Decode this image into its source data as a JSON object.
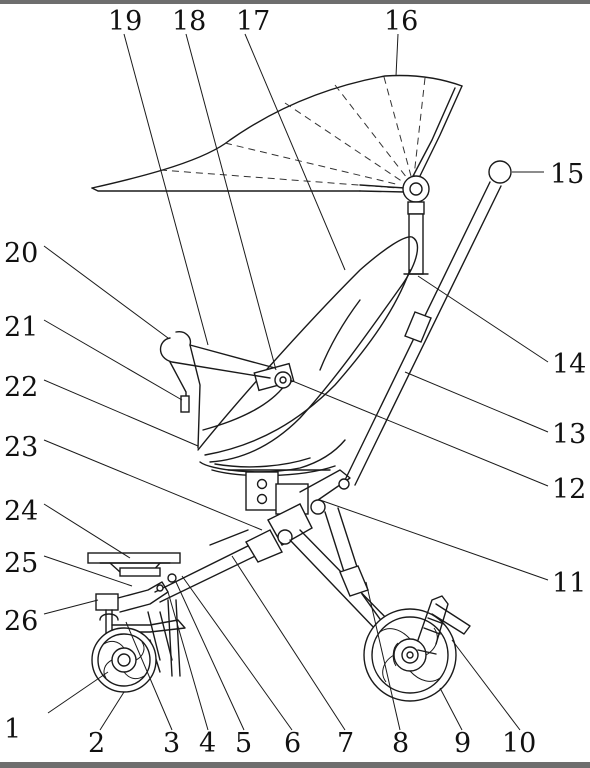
{
  "figure": {
    "labels": [
      "1",
      "2",
      "3",
      "4",
      "5",
      "6",
      "7",
      "8",
      "9",
      "10",
      "11",
      "12",
      "13",
      "14",
      "15",
      "16",
      "17",
      "18",
      "19",
      "20",
      "21",
      "22",
      "23",
      "24",
      "25",
      "26"
    ]
  }
}
